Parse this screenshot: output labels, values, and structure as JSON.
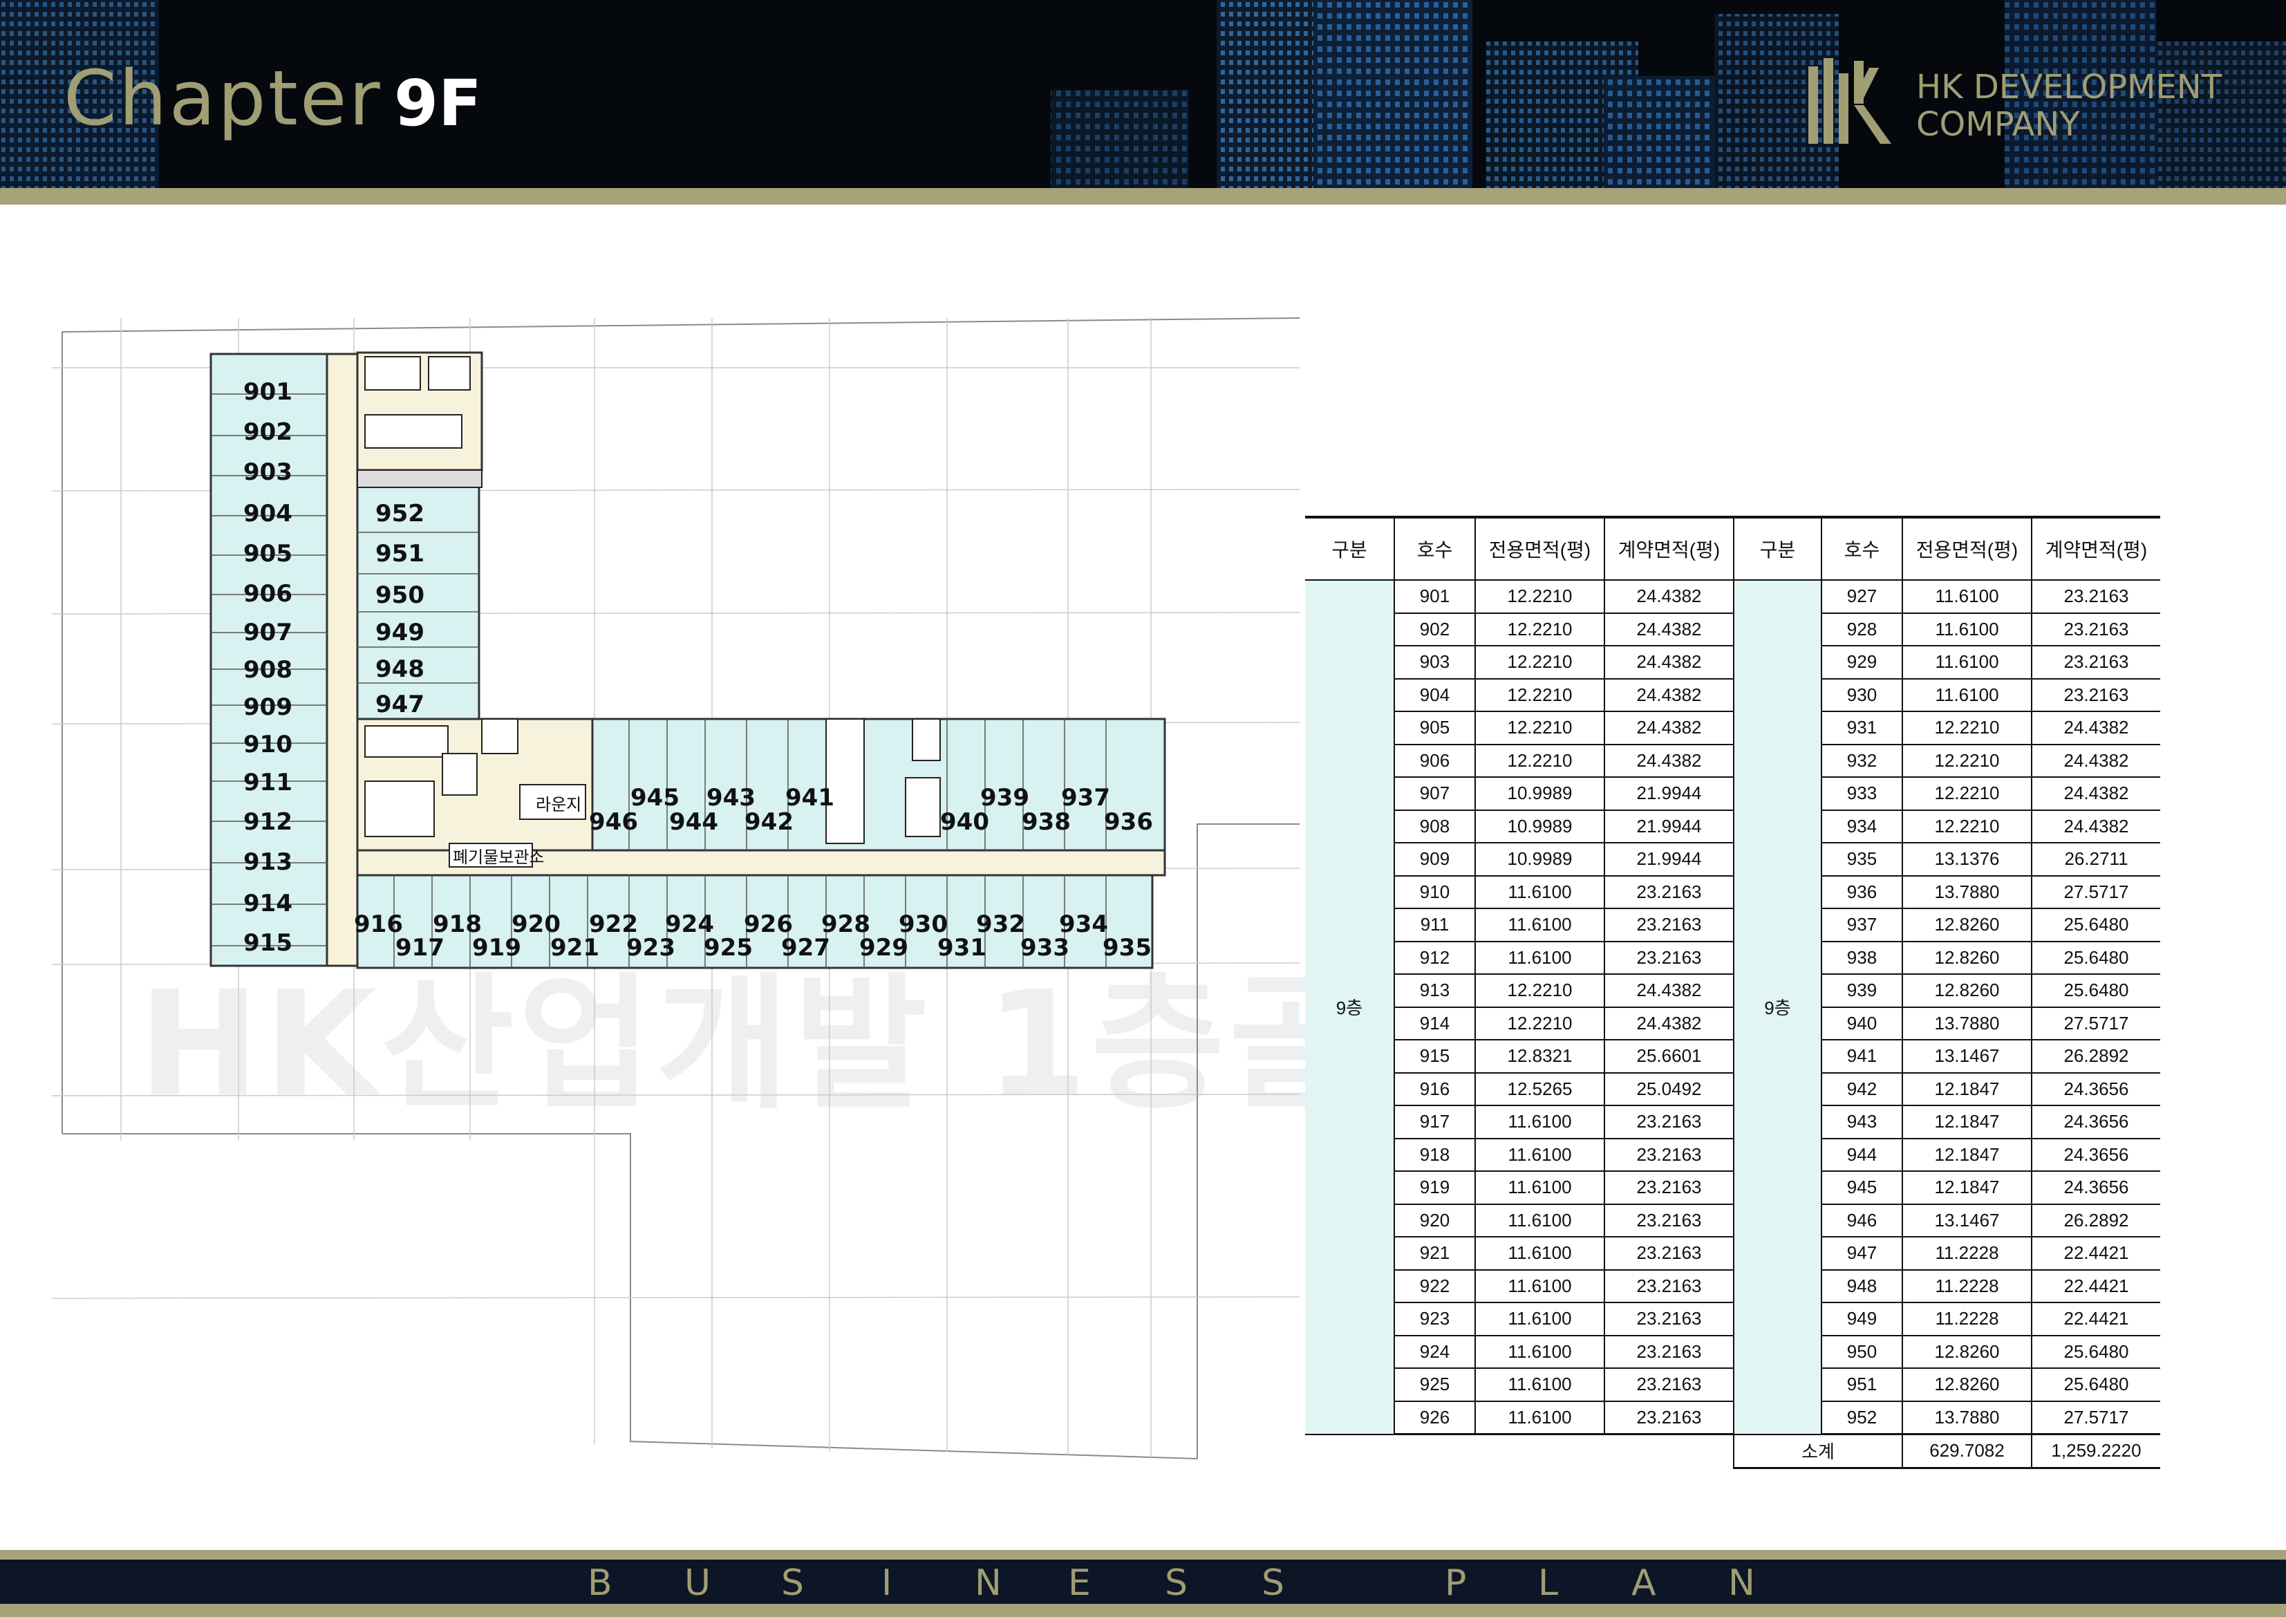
{
  "header": {
    "chapter_label": "Chapter",
    "floor": "9F",
    "company_line1": "HK DEVELOPMENT",
    "company_line2": "COMPANY"
  },
  "footer": {
    "letters": [
      "B",
      "U",
      "S",
      "I",
      "N",
      "E",
      "S",
      "S",
      "P",
      "L",
      "A",
      "N"
    ]
  },
  "watermark": "HK산업개발 1층골",
  "plan": {
    "lounge_label": "라운지",
    "waste_label": "폐기물보관소",
    "left_wing_units": [
      "901",
      "902",
      "903",
      "904",
      "905",
      "906",
      "907",
      "908",
      "909",
      "910",
      "911",
      "912",
      "913",
      "914",
      "915"
    ],
    "inner_wing_units": [
      "952",
      "951",
      "950",
      "949",
      "948",
      "947"
    ],
    "upper_row_units": [
      "946",
      "945",
      "944",
      "943",
      "942",
      "941",
      "940",
      "939",
      "938",
      "937",
      "936"
    ],
    "lower_row_units": [
      "916",
      "917",
      "918",
      "919",
      "920",
      "921",
      "922",
      "923",
      "924",
      "925",
      "926",
      "927",
      "928",
      "929",
      "930",
      "931",
      "932",
      "933",
      "934",
      "935"
    ]
  },
  "table": {
    "headers": [
      "구분",
      "호수",
      "전용면적(평)",
      "계약면적(평)",
      "구분",
      "호수",
      "전용면적(평)",
      "계약면적(평)"
    ],
    "floor_label": "9층",
    "left_rows": [
      [
        "901",
        "12.2210",
        "24.4382"
      ],
      [
        "902",
        "12.2210",
        "24.4382"
      ],
      [
        "903",
        "12.2210",
        "24.4382"
      ],
      [
        "904",
        "12.2210",
        "24.4382"
      ],
      [
        "905",
        "12.2210",
        "24.4382"
      ],
      [
        "906",
        "12.2210",
        "24.4382"
      ],
      [
        "907",
        "10.9989",
        "21.9944"
      ],
      [
        "908",
        "10.9989",
        "21.9944"
      ],
      [
        "909",
        "10.9989",
        "21.9944"
      ],
      [
        "910",
        "11.6100",
        "23.2163"
      ],
      [
        "911",
        "11.6100",
        "23.2163"
      ],
      [
        "912",
        "11.6100",
        "23.2163"
      ],
      [
        "913",
        "12.2210",
        "24.4382"
      ],
      [
        "914",
        "12.2210",
        "24.4382"
      ],
      [
        "915",
        "12.8321",
        "25.6601"
      ],
      [
        "916",
        "12.5265",
        "25.0492"
      ],
      [
        "917",
        "11.6100",
        "23.2163"
      ],
      [
        "918",
        "11.6100",
        "23.2163"
      ],
      [
        "919",
        "11.6100",
        "23.2163"
      ],
      [
        "920",
        "11.6100",
        "23.2163"
      ],
      [
        "921",
        "11.6100",
        "23.2163"
      ],
      [
        "922",
        "11.6100",
        "23.2163"
      ],
      [
        "923",
        "11.6100",
        "23.2163"
      ],
      [
        "924",
        "11.6100",
        "23.2163"
      ],
      [
        "925",
        "11.6100",
        "23.2163"
      ],
      [
        "926",
        "11.6100",
        "23.2163"
      ]
    ],
    "right_rows": [
      [
        "927",
        "11.6100",
        "23.2163"
      ],
      [
        "928",
        "11.6100",
        "23.2163"
      ],
      [
        "929",
        "11.6100",
        "23.2163"
      ],
      [
        "930",
        "11.6100",
        "23.2163"
      ],
      [
        "931",
        "12.2210",
        "24.4382"
      ],
      [
        "932",
        "12.2210",
        "24.4382"
      ],
      [
        "933",
        "12.2210",
        "24.4382"
      ],
      [
        "934",
        "12.2210",
        "24.4382"
      ],
      [
        "935",
        "13.1376",
        "26.2711"
      ],
      [
        "936",
        "13.7880",
        "27.5717"
      ],
      [
        "937",
        "12.8260",
        "25.6480"
      ],
      [
        "938",
        "12.8260",
        "25.6480"
      ],
      [
        "939",
        "12.8260",
        "25.6480"
      ],
      [
        "940",
        "13.7880",
        "27.5717"
      ],
      [
        "941",
        "13.1467",
        "26.2892"
      ],
      [
        "942",
        "12.1847",
        "24.3656"
      ],
      [
        "943",
        "12.1847",
        "24.3656"
      ],
      [
        "944",
        "12.1847",
        "24.3656"
      ],
      [
        "945",
        "12.1847",
        "24.3656"
      ],
      [
        "946",
        "13.1467",
        "26.2892"
      ],
      [
        "947",
        "11.2228",
        "22.4421"
      ],
      [
        "948",
        "11.2228",
        "22.4421"
      ],
      [
        "949",
        "11.2228",
        "22.4421"
      ],
      [
        "950",
        "12.8260",
        "25.6480"
      ],
      [
        "951",
        "12.8260",
        "25.6480"
      ],
      [
        "952",
        "13.7880",
        "27.5717"
      ]
    ],
    "subtotal_label": "소계",
    "subtotal_exclusive": "629.7082",
    "subtotal_contract": "1,259.2220"
  },
  "colors": {
    "header_bg": "#05080d",
    "gold": "#a19d74",
    "unit_fill": "#d8f1f1",
    "corridor_fill": "#f6f2dc",
    "table_category_fill": "#e1f5f4",
    "footer_bg": "#0c1626"
  }
}
